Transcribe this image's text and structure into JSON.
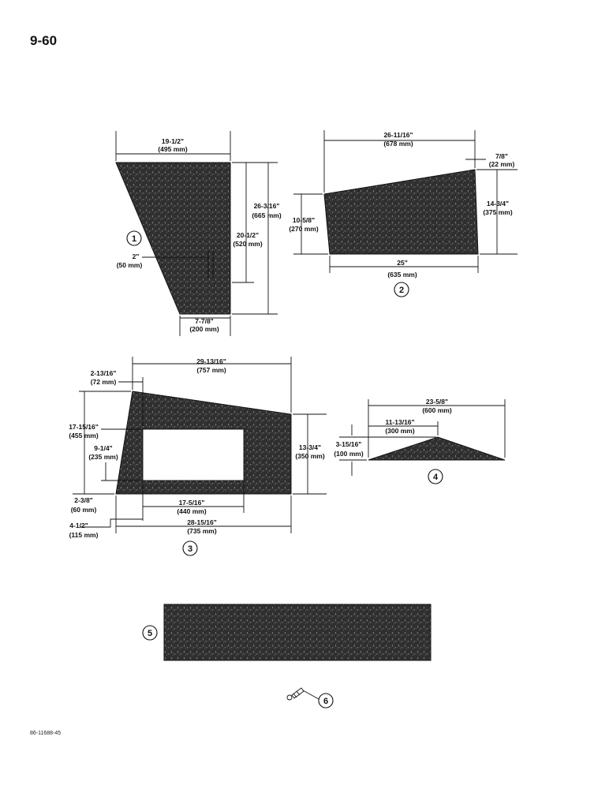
{
  "page": {
    "number": "9-60",
    "footer_code": "86-11688-45"
  },
  "colors": {
    "shape_fill": "#2f2f2f",
    "lines": "#111111",
    "background": "#ffffff"
  },
  "parts": {
    "p1": {
      "callout": "1",
      "top_width": "19-1/2\"",
      "top_width_mm": "(495 mm)",
      "height": "26-3/16\"",
      "height_mm": "(665 mm)",
      "inner_height": "20-1/2\"",
      "inner_height_mm": "(520 mm)",
      "offset": "2\"",
      "offset_mm": "(50 mm)",
      "bottom_width": "7-7/8\"",
      "bottom_width_mm": "(200 mm)"
    },
    "p2": {
      "callout": "2",
      "top_width": "26-11/16\"",
      "top_width_mm": "(678 mm)",
      "rise": "7/8\"",
      "rise_mm": "(22 mm)",
      "left_height": "10-5/8\"",
      "left_height_mm": "(270 mm)",
      "right_height": "14-3/4\"",
      "right_height_mm": "(375 mm)",
      "bottom_width": "25\"",
      "bottom_width_mm": "(635 mm)"
    },
    "p3": {
      "callout": "3",
      "top_width": "29-13/16\"",
      "top_width_mm": "(757 mm)",
      "left_offset": "2-13/16\"",
      "left_offset_mm": "(72 mm)",
      "left_height": "17-15/16\"",
      "left_height_mm": "(455 mm)",
      "opening_height": "9-1/4\"",
      "opening_height_mm": "(235 mm)",
      "right_height": "13-3/4\"",
      "right_height_mm": "(350 mm)",
      "bottom_offset": "2-3/8\"",
      "bottom_offset_mm": "(60 mm)",
      "opening_width": "17-5/16\"",
      "opening_width_mm": "(440 mm)",
      "opening_offset": "4-1/2\"",
      "opening_offset_mm": "(115 mm)",
      "bottom_width": "28-15/16\"",
      "bottom_width_mm": "(735 mm)"
    },
    "p4": {
      "callout": "4",
      "width": "23-5/8\"",
      "width_mm": "(600 mm)",
      "apex_offset": "11-13/16\"",
      "apex_offset_mm": "(300 mm)",
      "height": "3-15/16\"",
      "height_mm": "(100 mm)"
    },
    "p5": {
      "callout": "5"
    },
    "p6": {
      "callout": "6"
    }
  }
}
